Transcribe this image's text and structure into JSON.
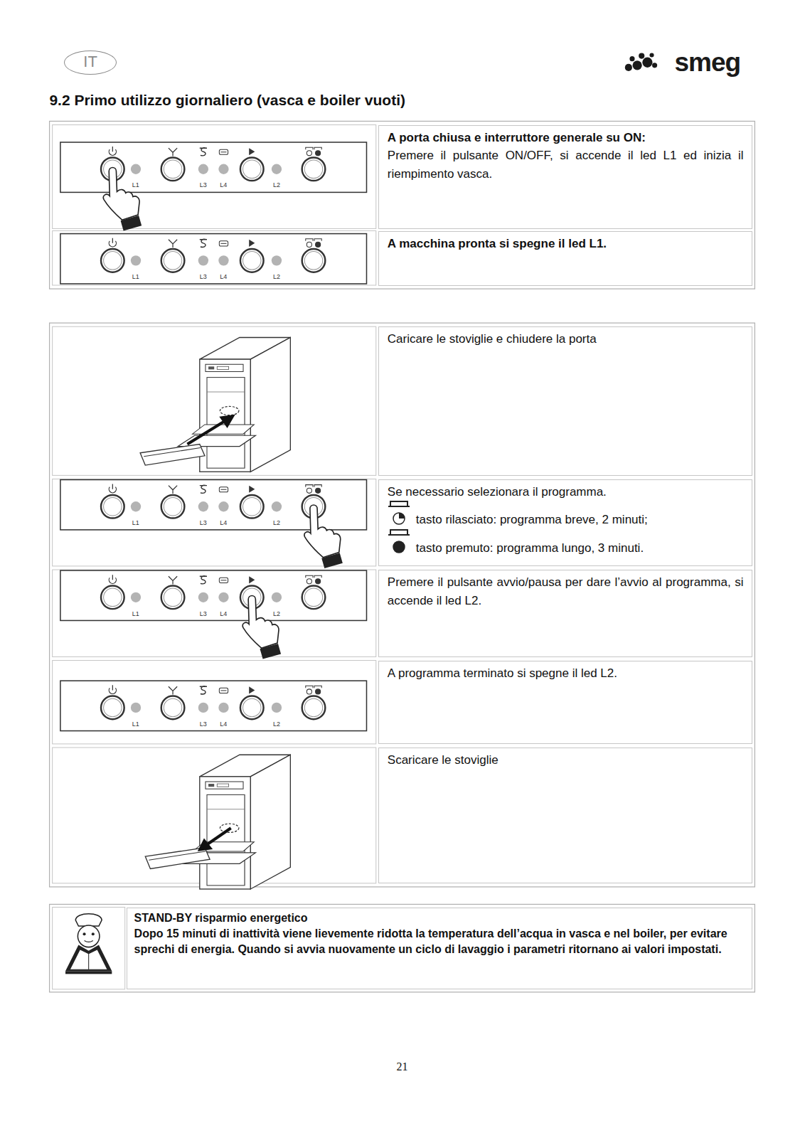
{
  "diagram": {
    "title": "9.2 Primo utilizzo giornaliero (vasca e boiler vuoti)",
    "nodes": [
      {
        "text": [
          "IT"
        ]
      },
      {
        "text": [
          "A porta chiusa e interruttore generale su ON:",
          "Premere il pulsante ON/OFF, si accende il led L1 ed inizia il riempimento vasca."
        ]
      },
      {
        "text": [
          "A macchina pronta si spegne il led L1."
        ]
      },
      {
        "text": [
          "Caricare le stoviglie e chiudere la porta"
        ]
      },
      {
        "text": [
          "Se necessario selezionara il programma.",
          "tasto rilasciato: programma breve, 2 minuti;",
          "tasto premuto: programma lungo, 3 minuti."
        ]
      },
      {
        "text": [
          "Premere il pulsante avvio/pausa per dare l’avvio al programma, si accende il led L2."
        ]
      },
      {
        "text": [
          "A programma terminato si spegne il led L2."
        ]
      },
      {
        "text": [
          "Scaricare le stoviglie"
        ]
      },
      {
        "text": [
          "STAND-BY risparmio energetico",
          "Dopo 15 minuti di inattività viene lievemente ridotta la temperatura dell’acqua in vasca e nel boiler, per evitare sprechi di energia. Quando si avvia nuovamente un ciclo di lavaggio i parametri ritornano ai valori impostati."
        ]
      }
    ],
    "labels": [
      "smeg",
      "L1",
      "L3",
      "L4",
      "L2",
      "L1",
      "L3",
      "L4",
      "L2",
      "L1",
      "L3",
      "L4",
      "L2",
      "L1",
      "L3",
      "L4",
      "L2",
      "L1",
      "L3",
      "L4",
      "L2",
      "21"
    ]
  }
}
